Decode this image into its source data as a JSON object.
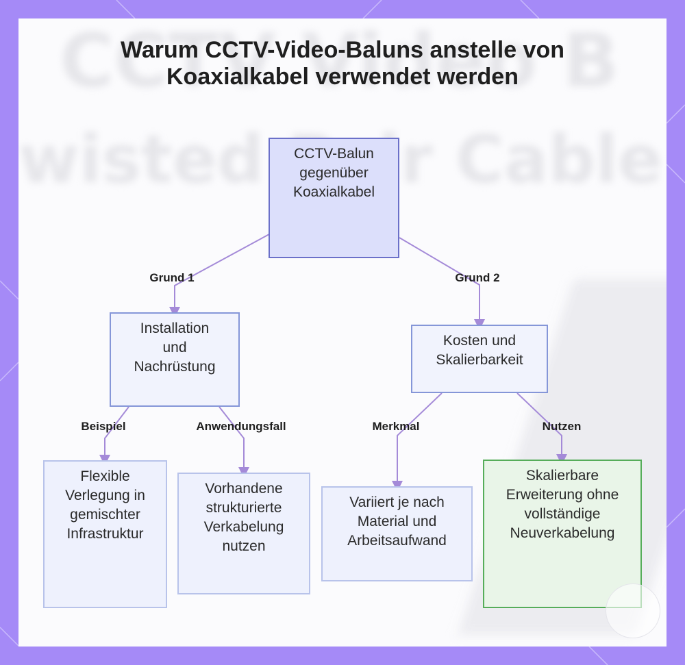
{
  "title": {
    "line1": "Warum CCTV-Video-Baluns anstelle von",
    "line2": "Koaxialkabel verwendet werden"
  },
  "background_text": {
    "line1": "CCTV Video B",
    "line2": "wisted Pair Cable"
  },
  "nodes": {
    "root": "CCTV-Balun gegenüber Koaxialkabel",
    "installation": "Installation und Nachrüstung",
    "kosten": "Kosten und Skalierbarkeit",
    "flexible": "Flexible Verlegung in gemischter Infrastruktur",
    "vorhandene": "Vorhandene strukturierte Verkabelung nutzen",
    "variiert": "Variiert je nach Material und Arbeitsaufwand",
    "skalierbare": "Skalierbare Erweiterung ohne vollständige Neuverkabelung"
  },
  "edges": {
    "grund1": "Grund 1",
    "grund2": "Grund 2",
    "beispiel": "Beispiel",
    "anwendungsfall": "Anwendungsfall",
    "merkmal": "Merkmal",
    "nutzen": "Nutzen"
  },
  "colors": {
    "frame": "#a58af7",
    "edge": "#a48ad8",
    "root_fill": "#dcdffb",
    "leaf_highlight": "#56ad5a"
  }
}
